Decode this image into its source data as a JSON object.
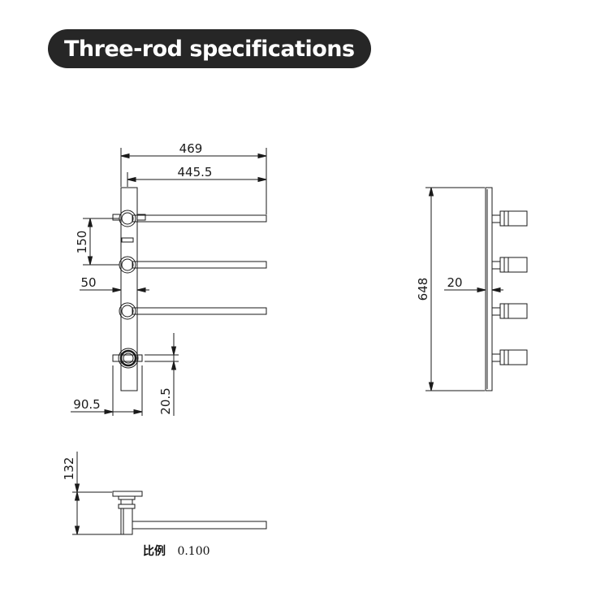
{
  "title": "Three-rod specifications",
  "front_view": {
    "dim_overall_width": "469",
    "dim_rod_length": "445.5",
    "dim_rod_spacing": "150",
    "dim_bar_width": "50",
    "dim_base_offset": "90.5",
    "dim_bottom_offset": "20.5"
  },
  "side_view": {
    "dim_height": "648",
    "dim_depth": "20"
  },
  "bottom_view": {
    "dim_projection": "132"
  },
  "scale": {
    "label": "比例",
    "value": "0.100"
  }
}
